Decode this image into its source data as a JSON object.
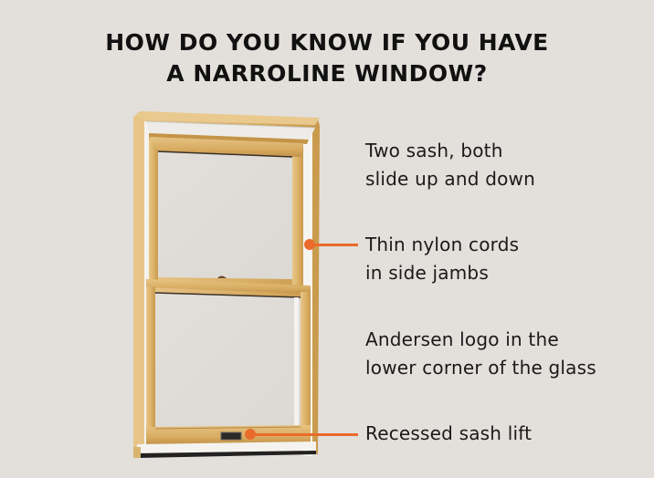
{
  "title": {
    "line1": "HOW DO YOU KNOW IF YOU HAVE",
    "line2": "A NARROLINE WINDOW?"
  },
  "callouts": [
    {
      "line1": "Two sash, both",
      "line2": "slide up and down",
      "has_pointer": false
    },
    {
      "line1": "Thin nylon cords",
      "line2": "in side jambs",
      "has_pointer": true
    },
    {
      "line1": "Andersen logo in the",
      "line2": "lower corner of the glass",
      "has_pointer": false
    },
    {
      "line1": "Recessed sash lift",
      "has_pointer": true
    }
  ],
  "image": {
    "subject": "double-hung wood window"
  },
  "colors": {
    "background": "#e3e0dc",
    "accent": "#ea6a2c",
    "wood": "#dcb36a",
    "text": "#111111"
  }
}
